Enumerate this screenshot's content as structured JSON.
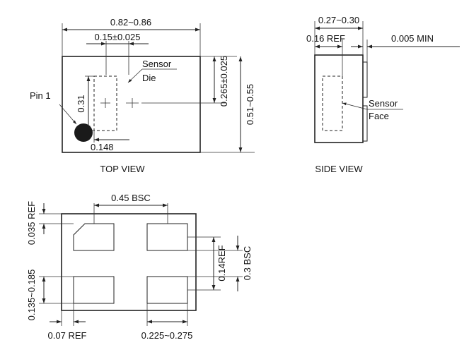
{
  "top_view": {
    "caption": "TOP VIEW",
    "dim_length": "0.82~0.86",
    "dim_sensor_width": "0.15±0.025",
    "dim_sensor_height": "0.31",
    "dim_pin_offset": "0.148",
    "dim_sensor_y": "0.265±0.025",
    "dim_width": "0.51~0.55",
    "label_sensor": "Sensor",
    "label_die": "Die",
    "label_pin1": "Pin 1"
  },
  "side_view": {
    "caption": "SIDE VIEW",
    "dim_height": "0.27~0.30",
    "dim_ref": "0.16 REF",
    "dim_min": "0.005 MIN",
    "label_sensor": "Sensor",
    "label_face": "Face"
  },
  "bottom_view": {
    "dim_pad_pitch_x": "0.45 BSC",
    "dim_edge_ref": "0.035 REF",
    "dim_pad_length": "0.135~0.185",
    "dim_edge_x_ref": "0.07 REF",
    "dim_pad_width": "0.225~0.275",
    "dim_pad_ref": "0.14REF",
    "dim_pad_pitch_y": "0.3 BSC"
  },
  "colors": {
    "line": "#222222",
    "text": "#111111",
    "background": "#ffffff"
  }
}
